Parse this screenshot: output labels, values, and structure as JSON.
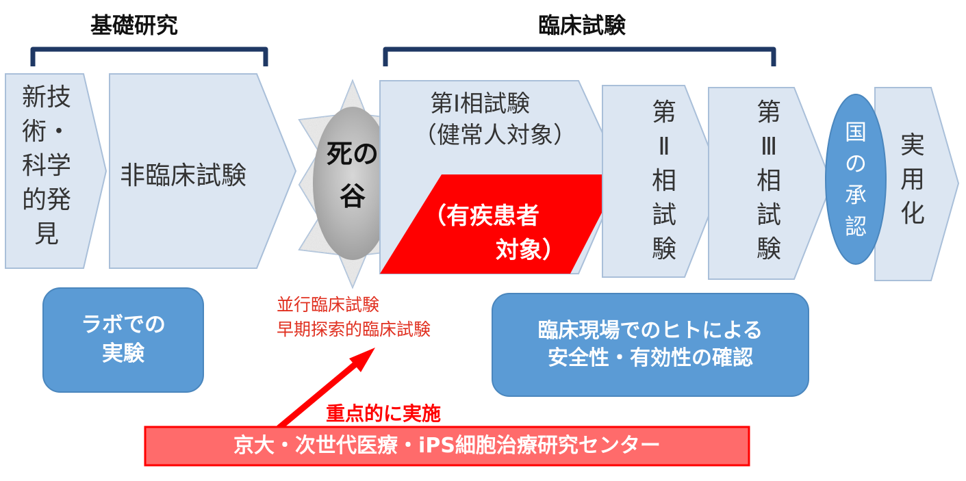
{
  "headers": {
    "basic_research": "基礎研究",
    "clinical_trials": "臨床試験"
  },
  "stages": {
    "discovery": [
      "新技",
      "術・",
      "科学",
      "的発",
      "見"
    ],
    "nonclinical": "非臨床試験",
    "death_valley": [
      "死の",
      "谷"
    ],
    "phase1_line1": "第Ⅰ相試験",
    "phase1_line2": "（健常人対象）",
    "phase1_patient_line1": "（有疾患者",
    "phase1_patient_line2": "対象）",
    "phase2": [
      "第",
      "Ⅱ",
      "相",
      "試",
      "験"
    ],
    "phase3": [
      "第",
      "Ⅲ",
      "相",
      "試",
      "験"
    ],
    "approval": [
      "国",
      "の",
      "承",
      "認"
    ],
    "practical_use": [
      "実",
      "用",
      "化"
    ]
  },
  "notes": {
    "lab_line1": "ラボでの",
    "lab_line2": "実験",
    "parallel_line1": "並行臨床試験",
    "parallel_line2": "早期探索的臨床試験",
    "clinical_line1": "臨床現場でのヒトによる",
    "clinical_line2": "安全性・有効性の確認",
    "focus": "重点的に実施",
    "center": "京大・次世代医療・iPS細胞治療研究センター"
  },
  "colors": {
    "arrow_fill": "#dce6f2",
    "arrow_stroke": "#a9bfd9",
    "bracket": "#1f3864",
    "red": "#ff0000",
    "note_red": "#e03020",
    "box_blue": "#5b9bd5",
    "approval_fill": "#5b9bd5"
  }
}
